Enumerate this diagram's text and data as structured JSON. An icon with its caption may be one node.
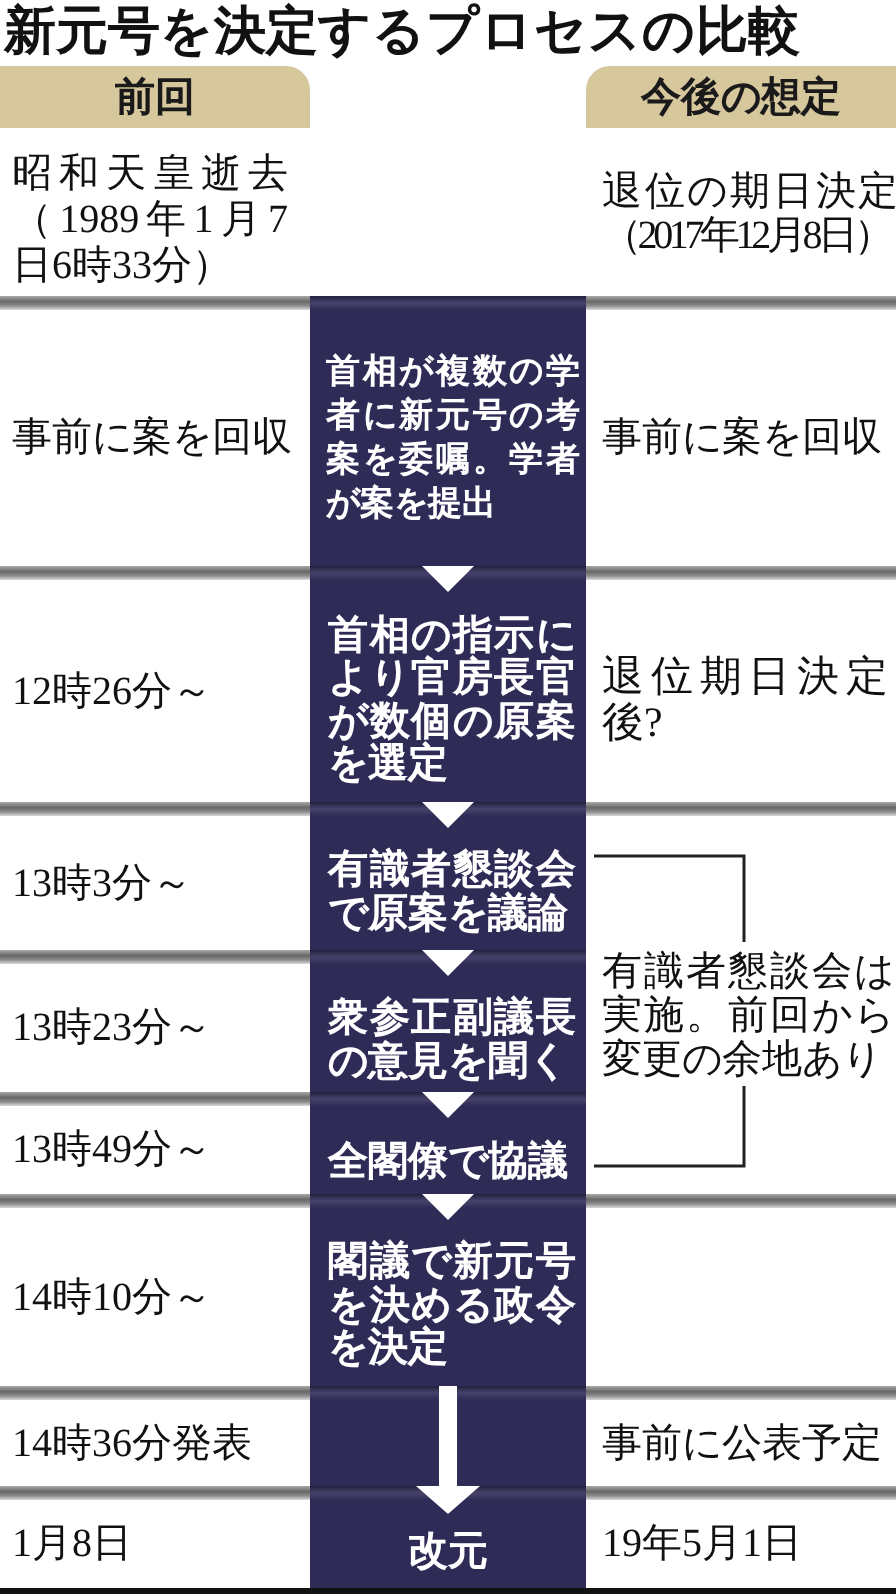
{
  "diagram": {
    "title": "新元号を決定するプロセスの比較",
    "nodes": [
      {
        "text": [
          "前回"
        ]
      },
      {
        "text": [
          "今後の想定"
        ]
      },
      {
        "text": [
          "首相が複数の学者に新元号の考案を委嘱。学者が案を提出"
        ]
      },
      {
        "text": [
          "首相の指示により官房長官が数個の原案を選定"
        ]
      },
      {
        "text": [
          "有識者懇談会で原案を議論"
        ]
      },
      {
        "text": [
          "衆参正副議長の意見を聞く"
        ]
      },
      {
        "text": [
          "全閣僚で協議"
        ]
      },
      {
        "text": [
          "閣議で新元号を決める政令を決定"
        ]
      },
      {
        "text": [
          "改元"
        ]
      }
    ],
    "edges": [
      {
        "from": 2,
        "to": 3,
        "arrow": "to"
      },
      {
        "from": 3,
        "to": 4,
        "arrow": "to"
      },
      {
        "from": 4,
        "to": 5,
        "arrow": "to"
      },
      {
        "from": 5,
        "to": 6,
        "arrow": "to"
      },
      {
        "from": 6,
        "to": 7,
        "arrow": "to"
      },
      {
        "from": 7,
        "to": 8,
        "arrow": "to",
        "style": "thick"
      }
    ],
    "labels": [
      "昭和天皇逝去（1989年1月7日6時33分）",
      "退位の期日決定（2017年12月8日）",
      "事前に案を回収",
      "事前に案を回収",
      "12時26分～",
      "退位期日決定後?",
      "13時3分～",
      "13時23分～",
      "有識者懇談会は実施。前回から変更の余地あり",
      "13時49分～",
      "14時10分～",
      "14時36分発表",
      "事前に公表予定",
      "1月8日",
      "19年5月1日"
    ]
  }
}
